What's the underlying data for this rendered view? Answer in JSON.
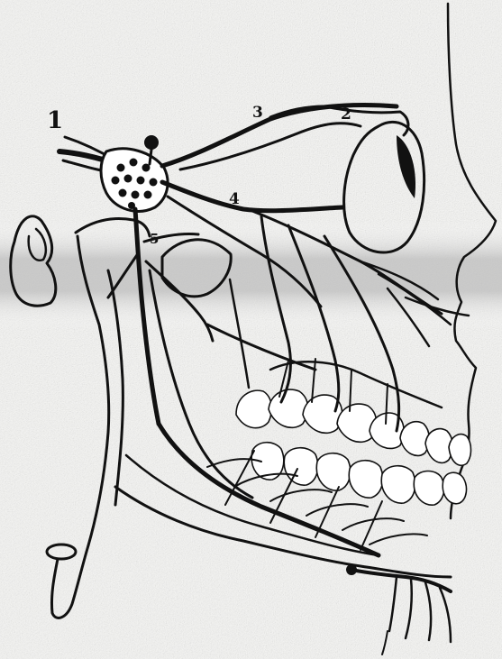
{
  "labels": {
    "l1": "1",
    "l2": "2",
    "l3": "3",
    "l4": "4",
    "l5": "5"
  },
  "colors": {
    "ink": "#111111",
    "paper": "#ffffff",
    "scan_band": "#c9c9c9"
  }
}
